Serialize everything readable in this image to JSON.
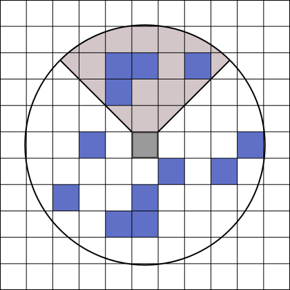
{
  "grid": {
    "cols": 11,
    "rows": 11
  },
  "colors": {
    "background": "#ffffff",
    "grid_line": "#000000",
    "obstacle": "#5f70c6",
    "fov_fill": "#d3c6c9",
    "agent_fill": "#9a9a9a",
    "agent_stroke": "#333333",
    "circle_stroke": "#000000"
  },
  "agent": {
    "col": 5,
    "row": 5,
    "heading": "up"
  },
  "sensing_radius_cells": 4.55,
  "field_of_view_deg": 90,
  "obstacles": [
    {
      "col": 4,
      "row": 2
    },
    {
      "col": 5,
      "row": 2
    },
    {
      "col": 7,
      "row": 2
    },
    {
      "col": 4,
      "row": 3
    },
    {
      "col": 3,
      "row": 5
    },
    {
      "col": 9,
      "row": 5
    },
    {
      "col": 6,
      "row": 6
    },
    {
      "col": 8,
      "row": 6
    },
    {
      "col": 2,
      "row": 7
    },
    {
      "col": 5,
      "row": 7
    },
    {
      "col": 4,
      "row": 8
    },
    {
      "col": 5,
      "row": 8
    }
  ]
}
